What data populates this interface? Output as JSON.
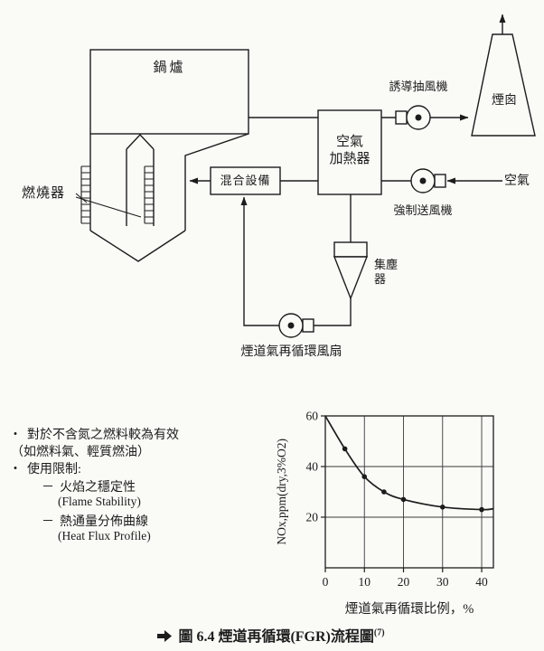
{
  "colors": {
    "ink": "#1c1c1c",
    "paper": "#fafaf7"
  },
  "diagram": {
    "boiler": "鍋爐",
    "burner": "燃燒器",
    "mixer": "混合設備",
    "air_heater_line1": "空氣",
    "air_heater_line2": "加熱器",
    "induced_fan": "誘導抽風機",
    "stack": "煙囪",
    "air": "空氣",
    "forced_fan": "強制送風機",
    "dust_collector": "集塵器",
    "fgr_fan": "煙道氣再循環風扇"
  },
  "notes": {
    "bullet_char": "・",
    "dash_char": "－",
    "item1": "對於不含氮之燃料較為有效",
    "item1_cont": "（如燃料氣、輕質燃油）",
    "item2": "使用限制:",
    "sub1_zh": "火焰之穩定性",
    "sub1_en": "(Flame Stability)",
    "sub2_zh": "熱通量分佈曲線",
    "sub2_en": "(Heat Flux Profile)"
  },
  "chart_data": {
    "type": "line",
    "x": [
      0,
      5,
      10,
      15,
      20,
      30,
      40
    ],
    "y": [
      60,
      47,
      36,
      30,
      27,
      24,
      23
    ],
    "xlabel": "煙道氣再循環比例，%",
    "ylabel": "NOx,ppm(dry,3%O2)",
    "xticks": [
      0,
      10,
      20,
      30,
      40
    ],
    "yticks": [
      20,
      40,
      60
    ],
    "xlim": [
      0,
      43
    ],
    "ylim": [
      0,
      60
    ],
    "grid": true,
    "legend": false
  },
  "caption": {
    "figure_label": "圖 6.4",
    "title": "煙道再循環(FGR)流程圖",
    "ref_superscript": "(7)"
  }
}
